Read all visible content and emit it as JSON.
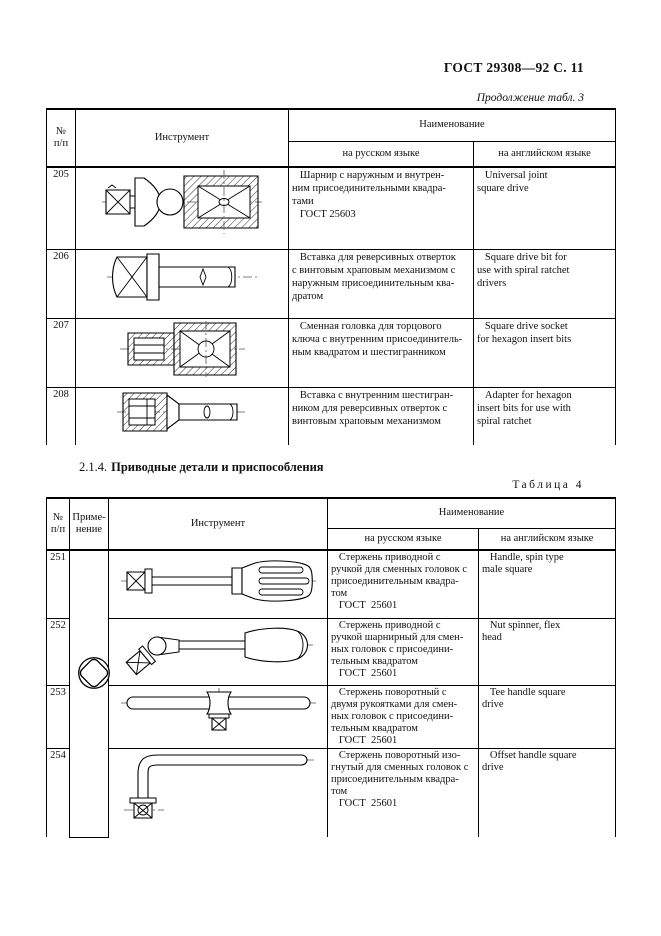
{
  "page": {
    "doc_ref": "ГОСТ 29308—92 С. 11",
    "continuation_note": "Продолжение табл. 3",
    "section_number": "2.1.4.",
    "section_title": "Приводные детали и приспособления",
    "table4_caption": "Таблица 4"
  },
  "table3": {
    "col_num": "№\nп/п",
    "col_tool": "Инструмент",
    "col_name": "Наименование",
    "col_ru": "на русском языке",
    "col_en": "на английском языке",
    "rows": [
      {
        "num": "205",
        "drawing": "universal-joint",
        "ru": "   Шарнир с наружным и внутрен-\nним присоединительными квадра-\nтами\n   ГОСТ 25603",
        "en": "   Universal joint\nsquare drive"
      },
      {
        "num": "206",
        "drawing": "square-drive-bit",
        "ru": "   Вставка для реверсивных отверток\nс винтовым храповым механизмом с\nнаружным присоединительным ква-\nдратом",
        "en": "   Square drive bit for\nuse with spiral ratchet\ndrivers"
      },
      {
        "num": "207",
        "drawing": "square-drive-socket",
        "ru": "   Сменная головка для торцового\nключа с внутренним присоединитель-\nным квадратом и шестигранником",
        "en": "   Square drive socket\nfor hexagon insert bits"
      },
      {
        "num": "208",
        "drawing": "hexagon-insert-adapter",
        "ru": "   Вставка с внутренним шестигран-\nником для реверсивных отверток с\nвинтовым храповым механизмом",
        "en": "   Adapter for hexagon\ninsert bits for use with\nspiral ratchet"
      }
    ]
  },
  "table4": {
    "col_num": "№\nп/п",
    "col_app": "Приме-\nнение",
    "col_tool": "Инструмент",
    "col_name": "Наименование",
    "col_ru": "на русском языке",
    "col_en": "на английском языке",
    "application_symbol": "square-drive-cross-section",
    "rows": [
      {
        "num": "251",
        "drawing": "spin-type-handle",
        "ru": "   Стержень приводной с\nручкой для сменных головок с\nприсоединительным квадра-\nтом\n   ГОСТ  25601",
        "en": "   Handle, spin type\nmale square"
      },
      {
        "num": "252",
        "drawing": "flex-head-nut-spinner",
        "ru": "   Стержень приводной с\nручкой шарнирный для смен-\nных головок с присоедини-\nтельным квадратом\n   ГОСТ  25601",
        "en": "   Nut spinner, flex\nhead"
      },
      {
        "num": "253",
        "drawing": "tee-handle",
        "ru": "   Стержень поворотный с\nдвумя рукоятками для смен-\nных головок с присоедини-\nтельным квадратом\n   ГОСТ  25601",
        "en": "   Tee handle square\ndrive"
      },
      {
        "num": "254",
        "drawing": "offset-handle",
        "ru": "   Стержень поворотный изо-\nгнутый для сменных головок с\nприсоединительным квадра-\nтом\n   ГОСТ  25601",
        "en": "   Offset handle square\ndrive"
      }
    ]
  }
}
